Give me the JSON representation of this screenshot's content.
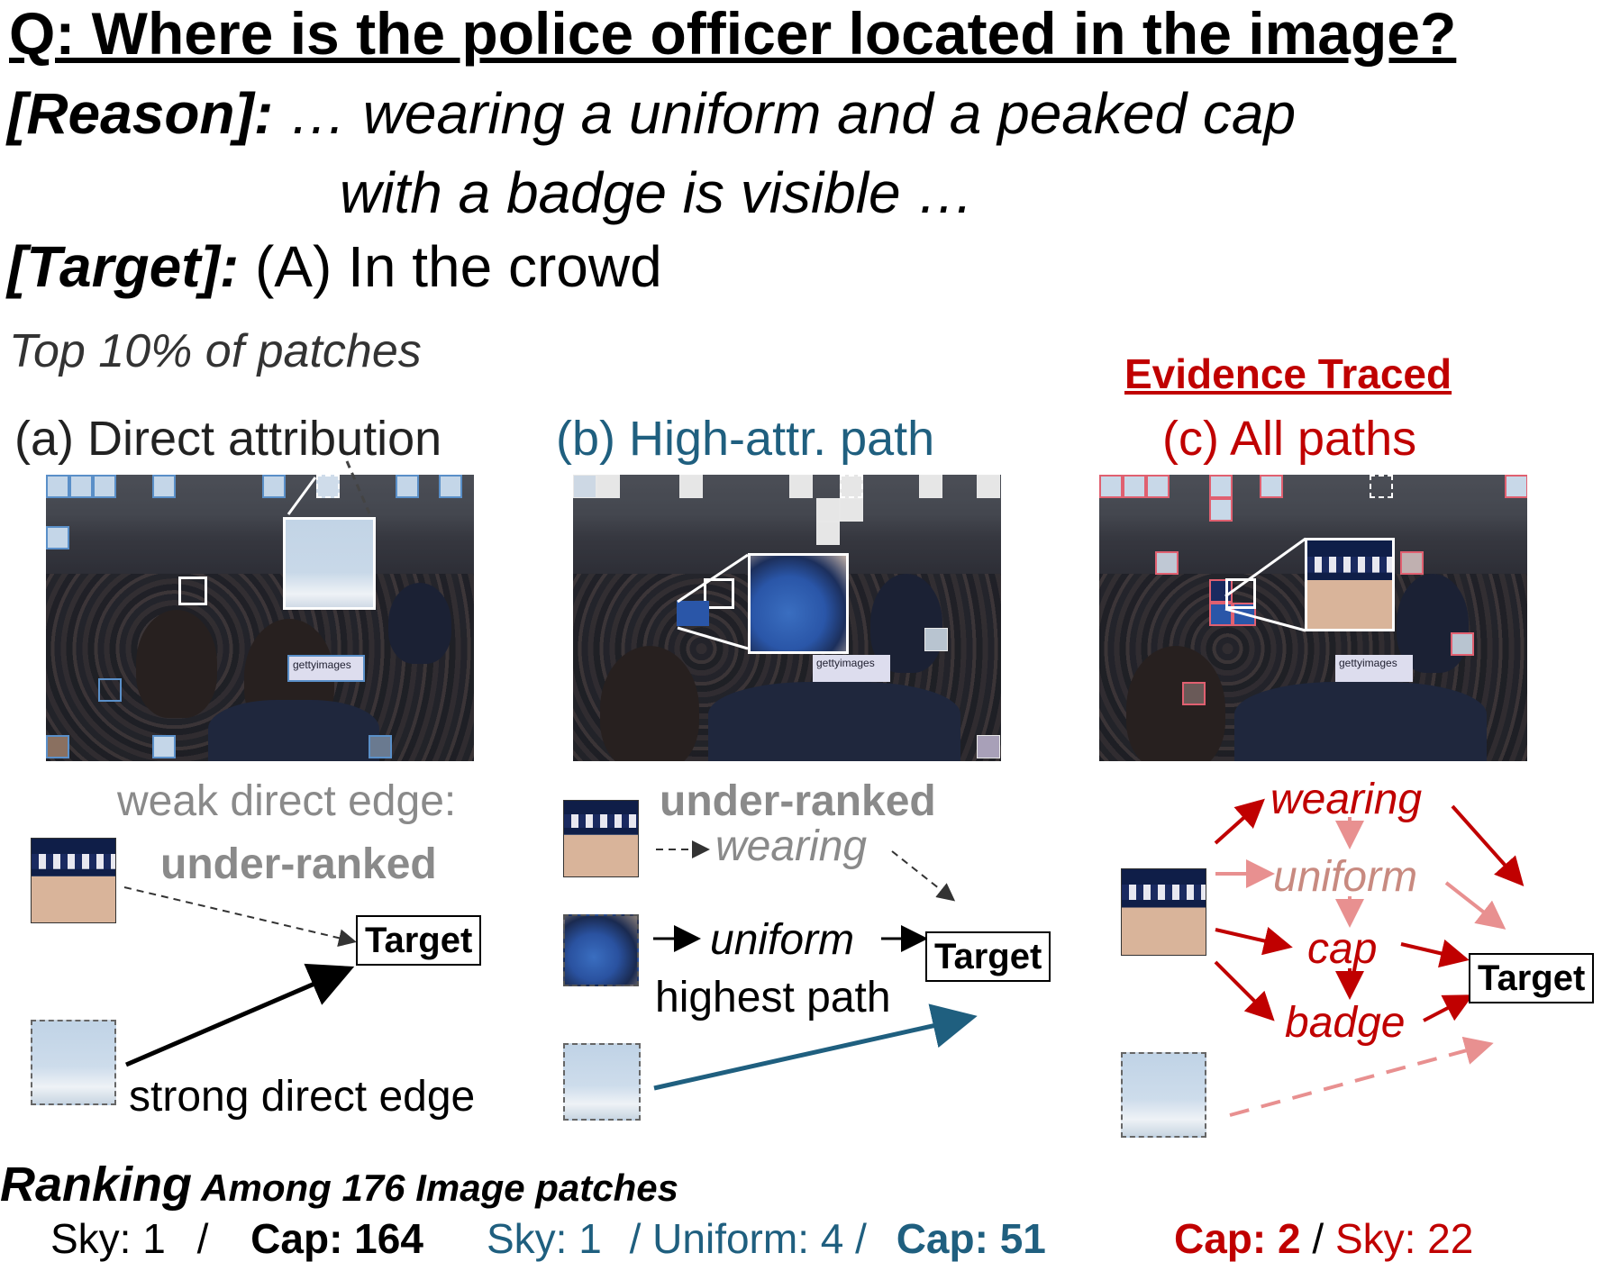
{
  "question": "Q: Where is the police officer located in the image?",
  "reason": {
    "label": "[Reason]:",
    "line1": " … wearing a uniform and a peaked cap",
    "line2": "with a badge is visible …"
  },
  "target": {
    "label": "[Target]:",
    "text": " (A) In the crowd"
  },
  "top_patches": "Top 10% of patches",
  "evidence_traced": "Evidence Traced",
  "panels": {
    "a": {
      "title": "(a) Direct attribution",
      "weak_edge": "weak direct edge:",
      "under_ranked": "under-ranked",
      "target_box": "Target",
      "strong_edge": "strong direct edge",
      "watermark": "gettyimages"
    },
    "b": {
      "title": "(b) High-attr. path",
      "under_ranked": "under-ranked",
      "wearing": "wearing",
      "uniform": "uniform",
      "highest_path": "highest path",
      "target_box": "Target",
      "watermark": "gettyimages"
    },
    "c": {
      "title": "(c) All paths",
      "wearing": "wearing",
      "uniform": "uniform",
      "cap": "cap",
      "badge": "badge",
      "target_box": "Target",
      "watermark": "gettyimages"
    }
  },
  "ranking": {
    "title": "Ranking",
    "subtitle": " Among 176 Image patches",
    "a": {
      "sky": "Sky: 1",
      "sep": "/",
      "cap": "Cap: 164"
    },
    "b": {
      "sky": "Sky: 1",
      "sep1": "/",
      "uniform": "Uniform: 4",
      "sep2": "/",
      "cap": "Cap: 51"
    },
    "c": {
      "cap": "Cap: 2",
      "sep": "/",
      "sky": "Sky: 22"
    }
  },
  "colors": {
    "blue": "#1f5f7f",
    "red": "#c00000",
    "light_red": "#e89090",
    "gray": "#8a8a8a"
  }
}
